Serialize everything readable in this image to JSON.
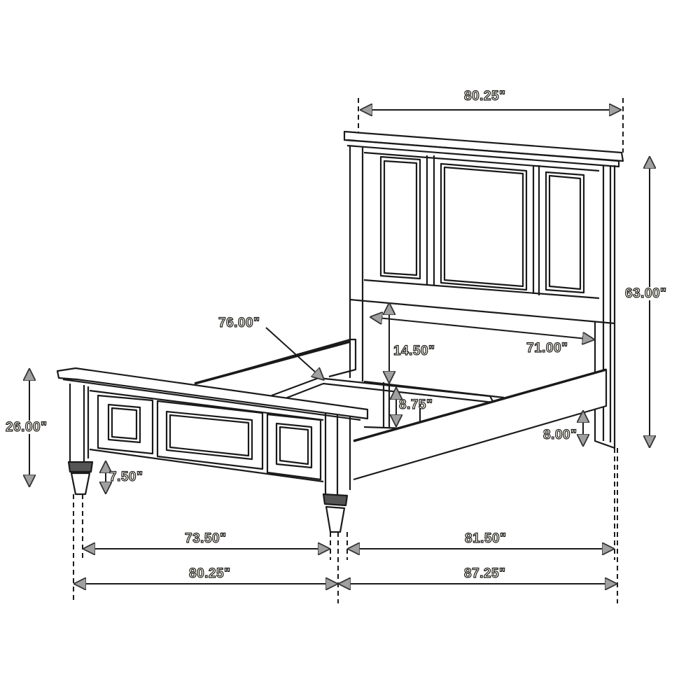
{
  "diagram": {
    "subject": "Bed frame dimension drawing",
    "line_color": "#1a1a1a",
    "arrow_fill": "#a0a0a0",
    "label_fill": "#fffbe8",
    "dimensions": {
      "headboard_width": "80.25\"",
      "headboard_height": "63.00\"",
      "headboard_panel_clearance": "14.50\"",
      "inner_length_diagonal": "76.00\"",
      "inner_width": "71.00\"",
      "slat_clearance": "8.75\"",
      "side_rail_ground_clearance": "8.00\"",
      "footboard_height": "26.00\"",
      "footboard_ground_clearance": "7.50\"",
      "footboard_inner_width": "73.50\"",
      "footboard_overall_width": "80.25\"",
      "inner_length": "81.50\"",
      "overall_length": "87.25\""
    }
  }
}
